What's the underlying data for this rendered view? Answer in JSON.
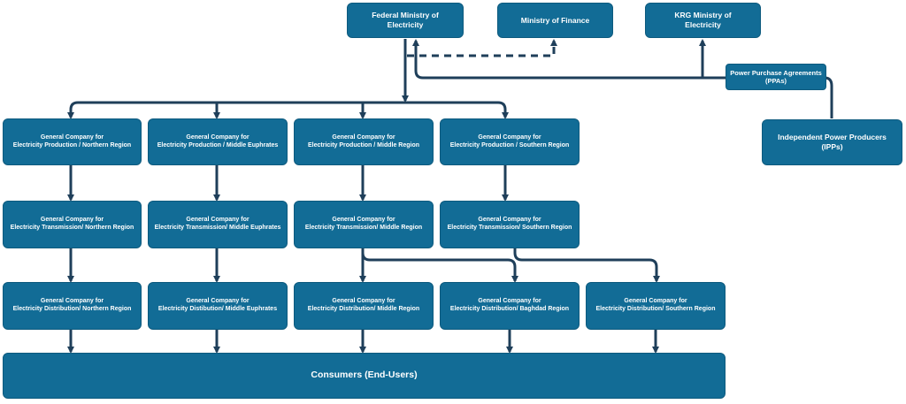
{
  "colors": {
    "box_fill": "#126c96",
    "line": "#1f3f5a",
    "text": "#ffffff"
  },
  "nodes": {
    "federal": "Federal Ministry of\nElectricity",
    "finance": "Ministry of Finance",
    "krg": "KRG Ministry of\nElectricity",
    "ppa": "Power Purchase Agreements\n(PPAs)",
    "ipp": "Independent Power Producers\n(IPPs)",
    "production": [
      "General Company for\nElectricity Production / Northern Region",
      "General Company for\nElectricity Production / Middle Euphrates",
      "General Company for\nElectricity Production / Middle Region",
      "General Company for\nElectricity Production / Southern Region"
    ],
    "transmission": [
      "General Company for\nElectricity Transmission/ Northern Region",
      "General Company for\nElectricity Transmission/ Middle Euphrates",
      "General Company for\nElectricity Transmission/ Middle Region",
      "General Company for\nElectricity Transmission/ Southern Region"
    ],
    "distribution": [
      "General Company for\nElectricity Distribution/ Northern Region",
      "General Company for\nElectricity Distibution/ Middle Euphrates",
      "General Company for\nElectricity Distribution/ Middle Region",
      "General Company for\nElectricity Distribution/ Baghdad Region",
      "General Company for\nElectricity Distribution/ Southern Region"
    ],
    "consumers": "Consumers (End-Users)"
  }
}
